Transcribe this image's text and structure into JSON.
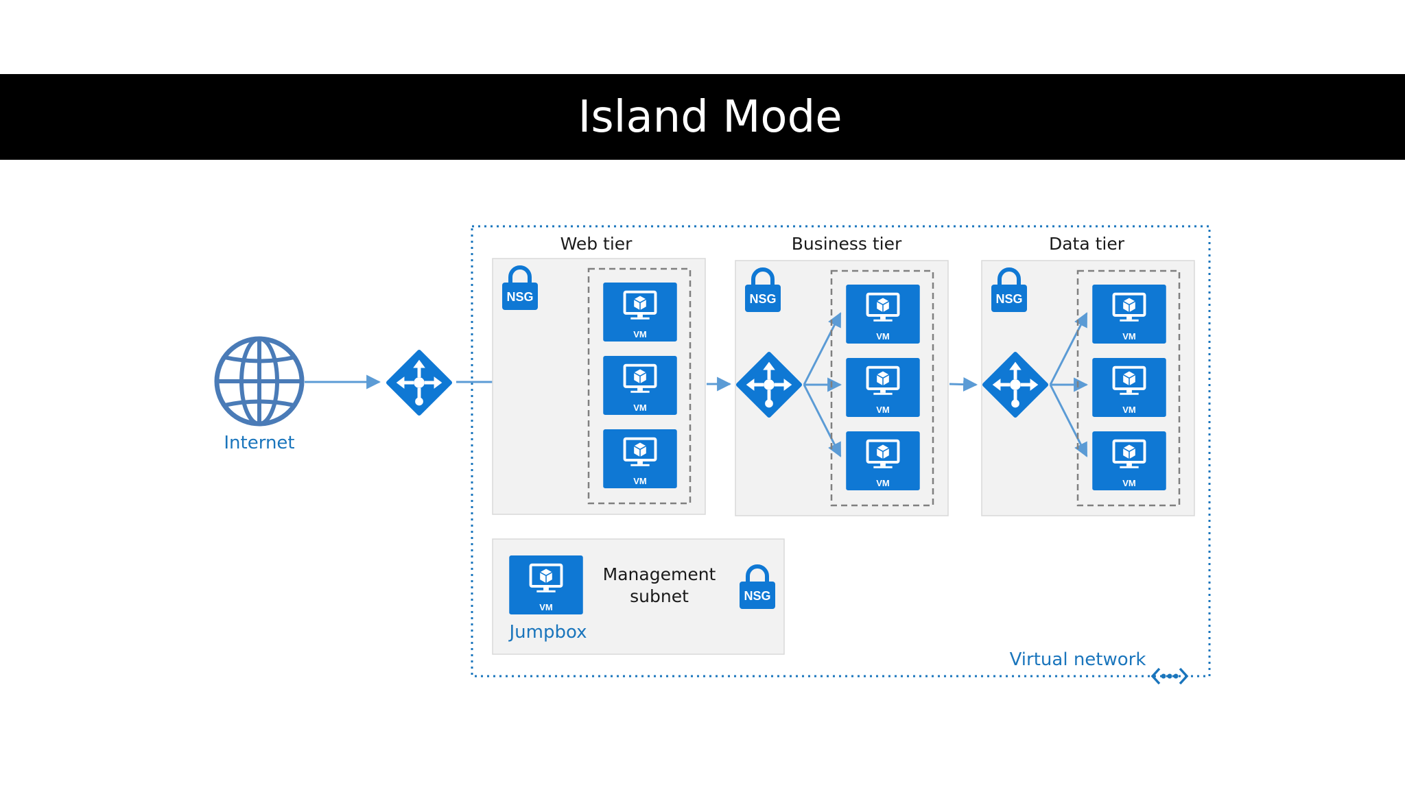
{
  "slide": {
    "title": "Island Mode"
  },
  "internet": {
    "label": "Internet",
    "icon": "globe-icon"
  },
  "virtual_network": {
    "label": "Virtual network",
    "icon": "virtual-network-icon"
  },
  "tiers": [
    {
      "id": "web",
      "label": "Web tier",
      "nsg_label": "NSG",
      "vms": [
        "VM",
        "VM",
        "VM"
      ]
    },
    {
      "id": "business",
      "label": "Business tier",
      "nsg_label": "NSG",
      "vms": [
        "VM",
        "VM",
        "VM"
      ]
    },
    {
      "id": "data",
      "label": "Data tier",
      "nsg_label": "NSG",
      "vms": [
        "VM",
        "VM",
        "VM"
      ]
    }
  ],
  "management": {
    "label_line1": "Management",
    "label_line2": "subnet",
    "nsg_label": "NSG",
    "jumpbox_label": "Jumpbox",
    "jumpbox_vm_label": "VM"
  },
  "colors": {
    "azure_blue": "#0f78d4",
    "line_blue": "#5b9bd5",
    "text_blue": "#1a75bc",
    "title_bar": "#000000",
    "subnet_fill": "#f2f2f2",
    "globe_blue": "#4a7bb7"
  }
}
